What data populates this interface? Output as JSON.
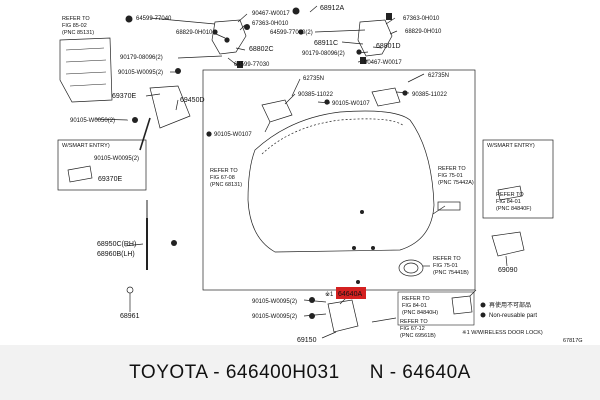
{
  "labels": {
    "p64599_77040": "64599-77040",
    "p90467_w0017_top": "90467-W0017",
    "p67363_0h010_l": "67363-0H010",
    "p68829_0h010_l": "68829-0H010",
    "p68802c": "68802C",
    "p90179_08096_l": "90179-08096(2)",
    "p90105_w0095_top": "90105-W0095(2)",
    "p64599_77030_mid": "64599-77030",
    "p68912a": "68912A",
    "p64599_77030_r": "64599-77030(2)",
    "p68911c": "68911C",
    "p67363_0h010_r": "67363-0H010",
    "p68829_0h010_r": "68829-0H010",
    "p68801d": "68801D",
    "p90179_08096_r": "90179-08096(2)",
    "p90467_w0017_r": "90467-W0017",
    "p69370e": "69370E",
    "p69450d": "69450D",
    "p90105_w0050": "90105-W0050(2)",
    "p62735n_l": "62735N",
    "p90385_11022_l": "90385-11022",
    "p90105_w0107_l": "90105-W0107",
    "p62735n_r": "62735N",
    "p90105_w0107_r": "90105-W0107",
    "p90385_11022_r": "90385-11022",
    "p69370e_box": "69370E",
    "p90105_w0095_box": "90105-W0095(2)",
    "p68950c": "68950C(RH)",
    "p68960b": "68960B(LH)",
    "p68961": "68961",
    "p69090": "69090",
    "p90105_w0095_b1": "90105-W0095(2)",
    "p90105_w0095_b2": "90105-W0095(2)",
    "p69150": "69150",
    "p64640a": "64640A",
    "star": "※1",
    "code": "67817G"
  },
  "boxes": {
    "smart_left": "W/SMART ENTRY)",
    "smart_right": "W/SMART ENTRY)",
    "ref_85_02": [
      "REFER TO",
      "FIG 85-02",
      "(PNC 85131)"
    ],
    "ref_67_08": [
      "REFER TO",
      "FIG 67-08",
      "(PNC 68131)"
    ],
    "ref_75_01_a": [
      "REFER TO",
      "FIG 75-01",
      "(PNC 75442A)"
    ],
    "ref_75_01_b": [
      "REFER TO",
      "FIG 75-01",
      "(PNC 75441B)"
    ],
    "ref_84_01_r": [
      "REFER TO",
      "FIG 84-01",
      "(PNC 84840F)"
    ],
    "ref_84_01_b": [
      "REFER TO",
      "FIG 84-01",
      "(PNC 84840H)"
    ],
    "ref_67_12": [
      "REFER TO",
      "FIG 67-12",
      "(PNC 69561B)"
    ]
  },
  "legend": {
    "reuse": "再使用不可部品",
    "nonreuse": "Non-reusable part"
  },
  "footnote": "※1 W/WIRELESS DOOR LOCK)",
  "footer": {
    "left": "TOYOTA - 646400H031",
    "right": "N - 64640A"
  },
  "colors": {
    "highlight": "#d42020",
    "line": "#222222",
    "footer_bg": "#f2f2f2"
  }
}
